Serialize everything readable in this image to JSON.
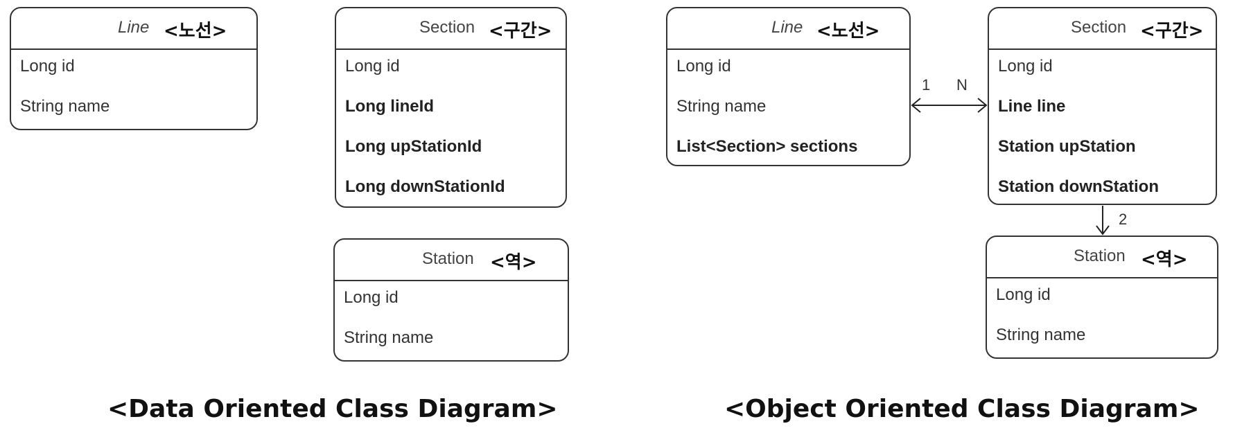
{
  "data_diagram": {
    "caption": "<Data Oriented Class Diagram>",
    "line": {
      "name": "Line",
      "korean": "<노선>",
      "fields": [
        "Long id",
        "String name"
      ]
    },
    "section": {
      "name": "Section",
      "korean": "<구간>",
      "fields": [
        "Long id",
        "Long lineId",
        "Long upStationId",
        "Long downStationId"
      ]
    },
    "station": {
      "name": "Station",
      "korean": "<역>",
      "fields": [
        "Long id",
        "String name"
      ]
    }
  },
  "object_diagram": {
    "caption": "<Object Oriented Class Diagram>",
    "line": {
      "name": "Line",
      "korean": "<노선>",
      "fields": [
        "Long id",
        "String name",
        "List<Section> sections"
      ]
    },
    "section": {
      "name": "Section",
      "korean": "<구간>",
      "fields": [
        "Long id",
        "Line line",
        "Station upStation",
        "Station downStation"
      ]
    },
    "station": {
      "name": "Station",
      "korean": "<역>",
      "fields": [
        "Long id",
        "String name"
      ]
    },
    "line_section_multiplicity": {
      "line_end": "1",
      "section_end": "N"
    },
    "section_station_multiplicity": "2"
  }
}
